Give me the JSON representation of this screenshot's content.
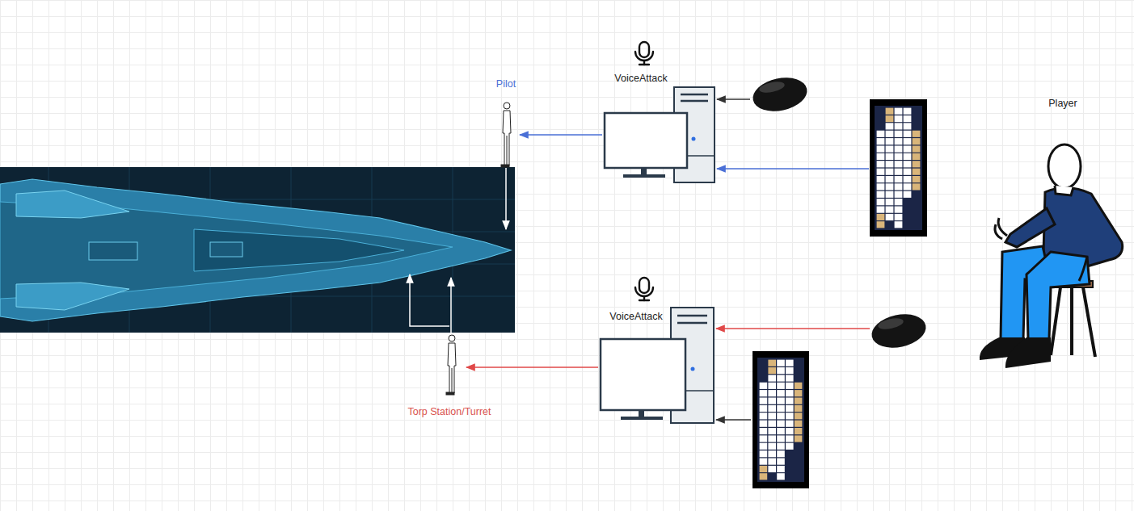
{
  "diagram": {
    "nodes": [
      {
        "text": [
          "Pilot"
        ]
      },
      {
        "text": [
          "VoiceAttack"
        ]
      },
      {
        "text": [
          "Player"
        ]
      },
      {
        "text": [
          "VoiceAttack"
        ]
      },
      {
        "text": [
          "Torp Station/Turret"
        ]
      }
    ],
    "edges": [
      {
        "from": 1,
        "to": 0,
        "arrow": "to"
      },
      {
        "from": 3,
        "to": 4,
        "arrow": "to"
      }
    ]
  }
}
